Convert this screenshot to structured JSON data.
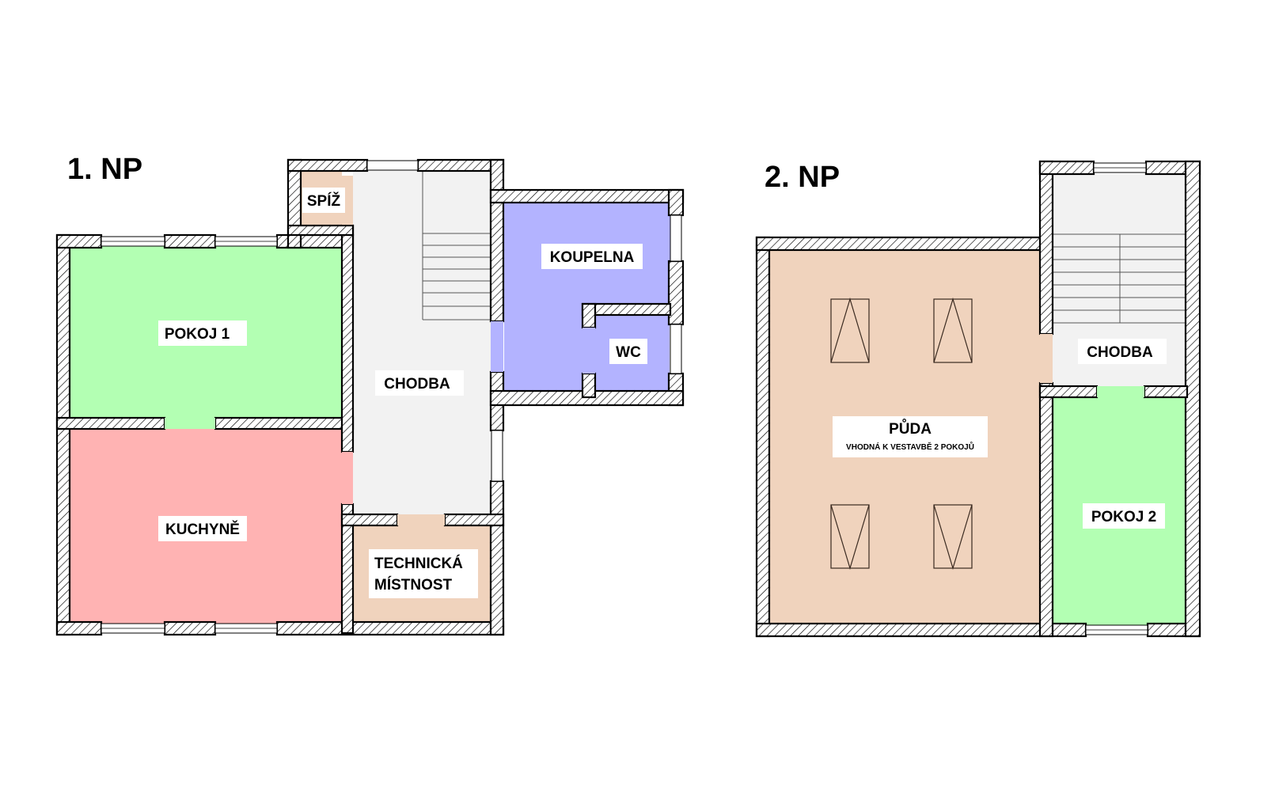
{
  "floors": [
    {
      "title": "1. NP",
      "rooms": {
        "spiz": "SPÍŽ",
        "pokoj1": "POKOJ 1",
        "chodba": "CHODBA",
        "koupelna": "KOUPELNA",
        "wc": "WC",
        "kuchyne": "KUCHYNĚ",
        "technicka_1": "TECHNICKÁ",
        "technicka_2": "MÍSTNOST"
      }
    },
    {
      "title": "2. NP",
      "rooms": {
        "puda": "PŮDA",
        "puda_note": "VHODNÁ K VESTAVBĚ 2 POKOJŮ",
        "chodba": "CHODBA",
        "pokoj2": "POKOJ 2"
      }
    }
  ],
  "colors": {
    "living_room": "#b3ffb3",
    "kitchen": "#ffb3b3",
    "bathroom": "#b3b3ff",
    "technical": "#f0d3bd",
    "corridor": "#f2f2f2",
    "wall_hatch": "#000000"
  }
}
